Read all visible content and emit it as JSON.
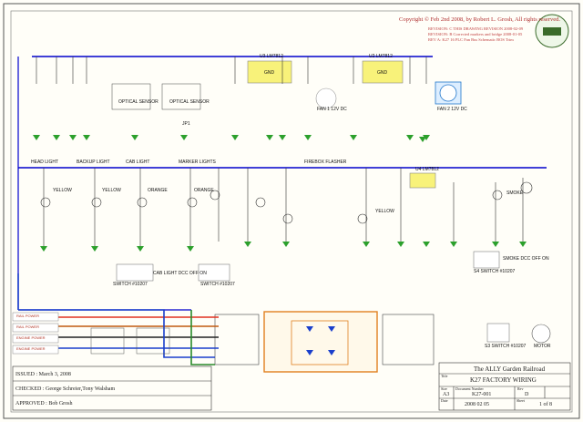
{
  "header": {
    "copyright": "Copyright © Feb 2nd 2008, by Robert L. Grosh, All rights reserved.",
    "revisions": [
      "REVISION: C THIS DRAWING REVISION 2008-02-09",
      "REVISION: B Corrected markers and bridge 2008-01-05",
      "REV A: K27 16 PLC Fan Bus Schematic BOS Trim"
    ]
  },
  "labels": {
    "u3": "U3 LM7812",
    "u2": "U2 LM7812",
    "u4": "U4 LM7812",
    "gnd": "GND",
    "fan1": "FAN 1  12V DC",
    "fan2": "FAN 2  12V DC",
    "optical_sensor": "OPTICAL SENSOR",
    "jp1": "JP1"
  },
  "lighting": {
    "head_light": "HEAD LIGHT",
    "backup_light": "BACKUP LIGHT",
    "cab_light": "CAB LIGHT",
    "marker_lights": "MARKER LIGHTS",
    "firebox_flasher": "FIREBOX FLASHER",
    "leds": [
      "YELLOW",
      "YELLOW",
      "ORANGE",
      "ORANGE",
      "YELLOW"
    ],
    "smoke": "SMOKE"
  },
  "switches": {
    "s1": "SWITCH #10207",
    "cab_dcc": "CAB LIGHT DCC OFF ON",
    "s2": "SWITCH #10207",
    "s4": "S4 SWITCH #10207",
    "smoke_dcc": "SMOKE DCC OFF ON",
    "s3": "S3 SWITCH #10207",
    "motor": "MOTOR"
  },
  "track": {
    "terminals": [
      "RAIL POWER",
      "RAIL POWER",
      "ENGINE POWER",
      "ENGINE POWER"
    ]
  },
  "title_block": {
    "issued": "ISSUED : March 3, 2008",
    "checked": "CHECKED : George Schreier,Tony Walsham",
    "approved": "APPROVED : Bob Grosh",
    "company": "The ALLY Garden Railroad",
    "title_caption": "Title",
    "title": "K27 FACTORY WIRING",
    "size_caption": "Size",
    "size": "A3",
    "doc_caption": "Document Number",
    "doc_number": "K27-001",
    "rev_caption": "Rev",
    "rev": "D",
    "date_caption": "Date",
    "date": "2008 02 05",
    "sheet_caption": "Sheet",
    "sheet": "1 of 8"
  }
}
